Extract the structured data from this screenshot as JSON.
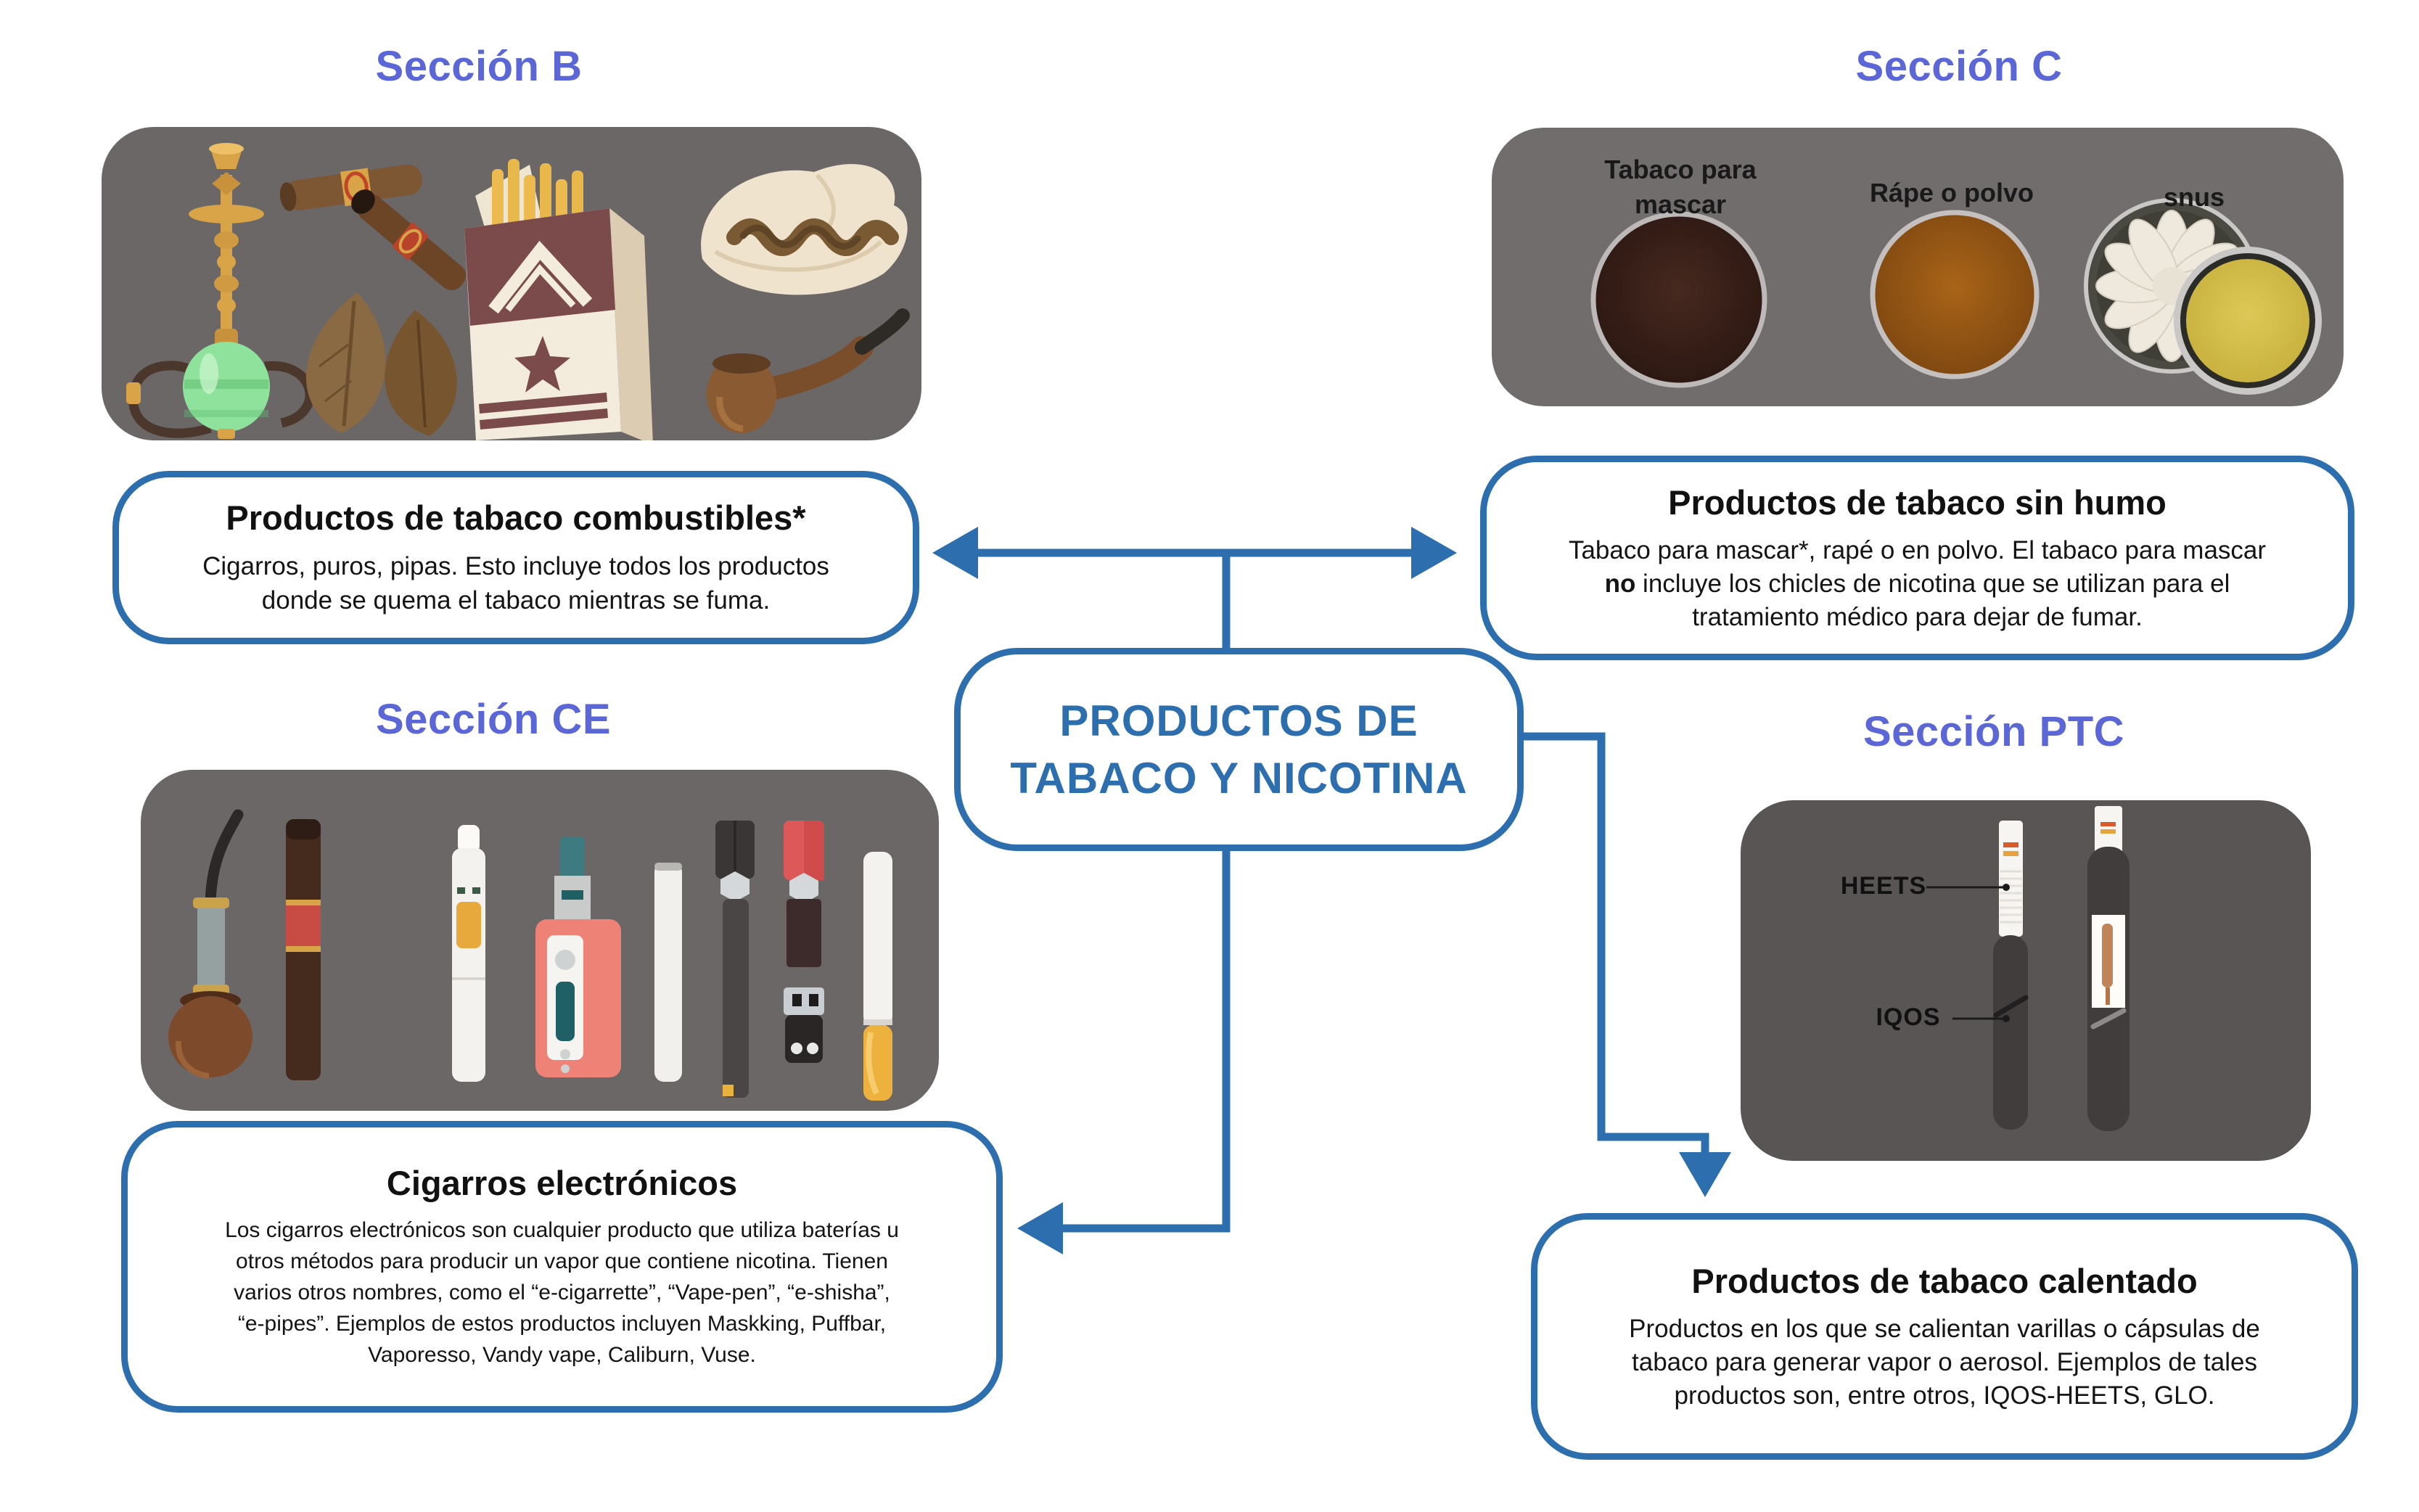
{
  "palette": {
    "accent_blue": "#2d6fae",
    "title_purple": "#5b67d6",
    "panel_gray": "#6b6767",
    "panel_gray_dark": "#595555",
    "text_black": "#141414"
  },
  "center_node": {
    "line1": "PRODUCTOS DE",
    "line2": "TABACO Y NICOTINA"
  },
  "section_b": {
    "title": "Sección B",
    "icons": [
      "hookah-icon",
      "cigars-icon",
      "tobacco-leaves-icon",
      "cigarette-pack-icon",
      "rolled-tobacco-leaf-icon",
      "smoking-pipe-icon"
    ],
    "card_title": "Productos de tabaco combustibles*",
    "card_lines": [
      "Cigarros, puros, pipas. Esto incluye todos los productos",
      "donde se quema el tabaco mientras se fuma."
    ]
  },
  "section_c": {
    "title": "Sección C",
    "item_labels": [
      "Tabaco para mascar",
      "Rápe o polvo",
      "snus"
    ],
    "card_title": "Productos de tabaco sin humo",
    "card_line1": "Tabaco para mascar*, rapé o en polvo. El tabaco para mascar",
    "card_line2_bold": "no",
    "card_line2_rest": " incluye los chicles de nicotina que se utilizan para el",
    "card_line3": "tratamiento médico para dejar de fumar."
  },
  "section_ce": {
    "title": "Sección CE",
    "icons": [
      "e-pipe-icon",
      "e-cigar-icon",
      "vape-pen-icon",
      "box-mod-icon",
      "slim-stick-icon",
      "pod-vape-icon",
      "juul-and-usb-charger-icon",
      "disposable-cigarette-icon"
    ],
    "card_title": "Cigarros electrónicos",
    "card_lines": [
      "Los cigarros electrónicos son cualquier producto que utiliza baterías u",
      "otros métodos para producir un vapor que contiene nicotina. Tienen",
      "varios otros nombres, como el “e-cigarrette”, “Vape-pen”, “e-shisha”,",
      "“e-pipes”. Ejemplos de estos productos incluyen Maskking, Puffbar,",
      "Vaporesso, Vandy vape, Caliburn, Vuse."
    ]
  },
  "section_ptc": {
    "title": "Sección PTC",
    "device_labels": [
      "HEETS",
      "IQOS"
    ],
    "icons": [
      "heets-stick-icon",
      "iqos-holder-icon",
      "iqos-cutaway-icon"
    ],
    "card_title": "Productos de tabaco calentado",
    "card_lines": [
      "Productos en los que se calientan varillas o cápsulas de",
      "tabaco para generar vapor o aerosol. Ejemplos de tales",
      "productos son, entre otros, IQOS-HEETS, GLO."
    ]
  }
}
